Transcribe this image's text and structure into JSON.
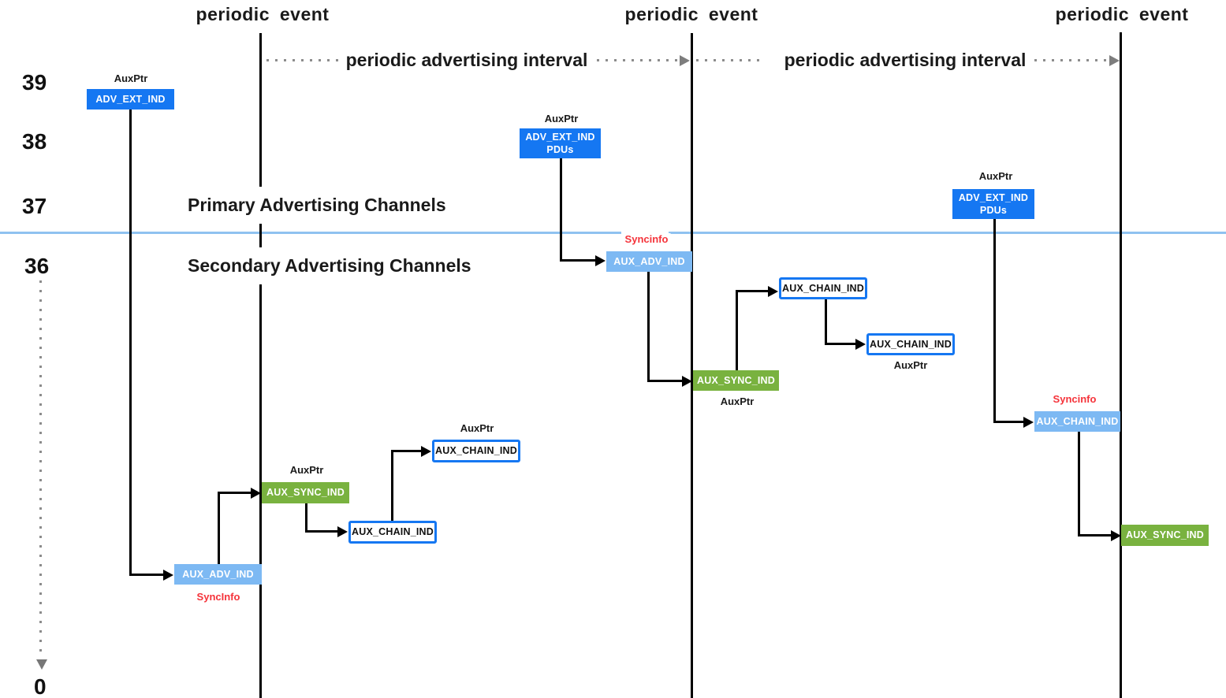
{
  "events": [
    {
      "label": "periodic event"
    },
    {
      "label": "periodic event"
    },
    {
      "label": "periodic event"
    }
  ],
  "intervals": [
    {
      "label": "periodic advertising interval"
    },
    {
      "label": "periodic advertising interval"
    }
  ],
  "channels": [
    {
      "label": "39"
    },
    {
      "label": "38"
    },
    {
      "label": "37"
    },
    {
      "label": "36"
    },
    {
      "label": "0"
    }
  ],
  "sections": {
    "primary": "Primary Advertising Channels",
    "secondary": "Secondary Advertising Channels"
  },
  "nodes": [
    {
      "id": "adv-ext-ind-1",
      "label": "ADV_EXT_IND",
      "type": "pdu-blue",
      "annotation": "AuxPtr"
    },
    {
      "id": "aux-adv-ind-1",
      "label": "AUX_ADV_IND",
      "type": "pdu-lightblue",
      "annotation": "SyncInfo"
    },
    {
      "id": "aux-sync-ind-1",
      "label": "AUX_SYNC_IND",
      "type": "pdu-green",
      "annotation": "AuxPtr"
    },
    {
      "id": "aux-chain-ind-1a",
      "label": "AUX_CHAIN_IND",
      "type": "pdu-outline"
    },
    {
      "id": "aux-chain-ind-1b",
      "label": "AUX_CHAIN_IND",
      "type": "pdu-outline",
      "annotation": "AuxPtr"
    },
    {
      "id": "adv-ext-ind-pdus-2",
      "label": "ADV_EXT_IND\nPDUs",
      "type": "pdu-blue",
      "annotation": "AuxPtr"
    },
    {
      "id": "aux-adv-ind-2",
      "label": "AUX_ADV_IND",
      "type": "pdu-lightblue",
      "annotation": "Syncinfo"
    },
    {
      "id": "aux-sync-ind-2",
      "label": "AUX_SYNC_IND",
      "type": "pdu-green",
      "annotation": "AuxPtr"
    },
    {
      "id": "aux-chain-ind-2a",
      "label": "AUX_CHAIN_IND",
      "type": "pdu-outline"
    },
    {
      "id": "aux-chain-ind-2b",
      "label": "AUX_CHAIN_IND",
      "type": "pdu-outline",
      "annotation": "AuxPtr"
    },
    {
      "id": "adv-ext-ind-pdus-3",
      "label": "ADV_EXT_IND\nPDUs",
      "type": "pdu-blue",
      "annotation": "AuxPtr"
    },
    {
      "id": "aux-chain-ind-3",
      "label": "AUX_CHAIN_IND",
      "type": "pdu-lightblue",
      "annotation": "Syncinfo"
    },
    {
      "id": "aux-sync-ind-3",
      "label": "AUX_SYNC_IND",
      "type": "pdu-green"
    }
  ],
  "colors": {
    "pdu_blue": "#1577F2",
    "pdu_lightblue": "#7DB9F3",
    "pdu_green": "#79B23F",
    "separator_blue": "#8FC2F0",
    "syncinfo_red": "#F5333A",
    "dots_gray": "#8c8c8c",
    "line_black": "#000000"
  }
}
